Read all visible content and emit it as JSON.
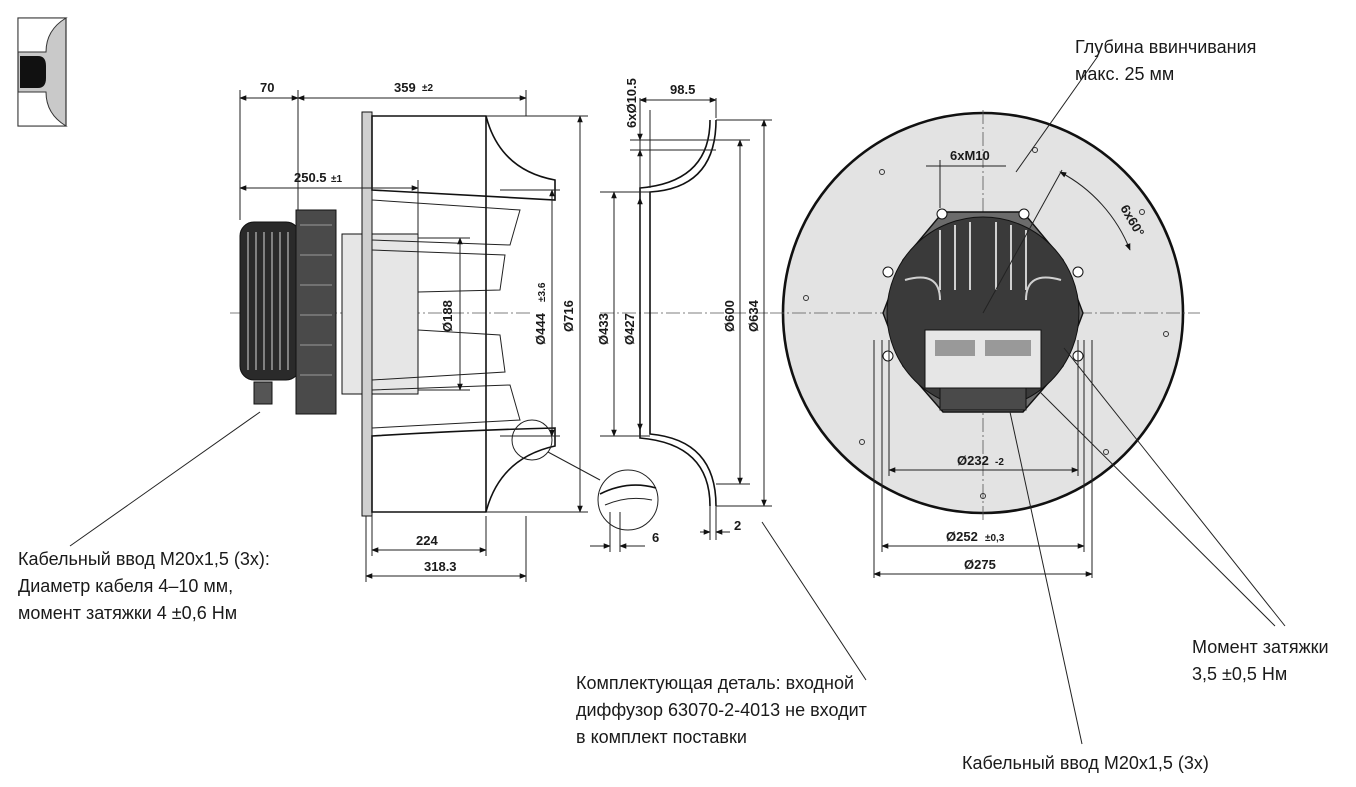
{
  "dimensions": {
    "d70": "70",
    "d359": "359",
    "d359_tol": "±2",
    "d250": "250.5",
    "d250_tol": "±1",
    "d188": "Ø188",
    "d444": "Ø444",
    "d444_tol": "±3.6",
    "d716": "Ø716",
    "d224": "224",
    "d318": "318.3",
    "d6x10": "6xØ10.5",
    "d98": "98.5",
    "d433": "Ø433",
    "d427": "Ø427",
    "d600": "Ø600",
    "d634": "Ø634",
    "d6": "6",
    "d2": "2",
    "dM10": "6xM10",
    "d6x60": "6x60°",
    "d232": "Ø232",
    "d232_tol": "-2",
    "d252": "Ø252",
    "d252_tol": "±0,3",
    "d275": "Ø275"
  },
  "notes": {
    "depth": [
      "Глубина ввинчивания",
      "макс. 25 мм"
    ],
    "cable_left": [
      "Кабельный ввод M20x1,5 (3x):",
      "Диаметр кабеля 4–10 мм,",
      "момент затяжки 4 ±0,6 Нм"
    ],
    "accessory": [
      "Комплектующая деталь: входной",
      "диффузор 63070-2-4013 не входит",
      "в комплект поставки"
    ],
    "torque": [
      "Момент затяжки",
      "3,5 ±0,5 Нм"
    ],
    "cable_right": "Кабельный ввод M20x1,5 (3x)"
  },
  "colors": {
    "line": "#1a1a1a",
    "fill_gray": "#c9c9c9",
    "fill_dark": "#2a2a2a"
  }
}
